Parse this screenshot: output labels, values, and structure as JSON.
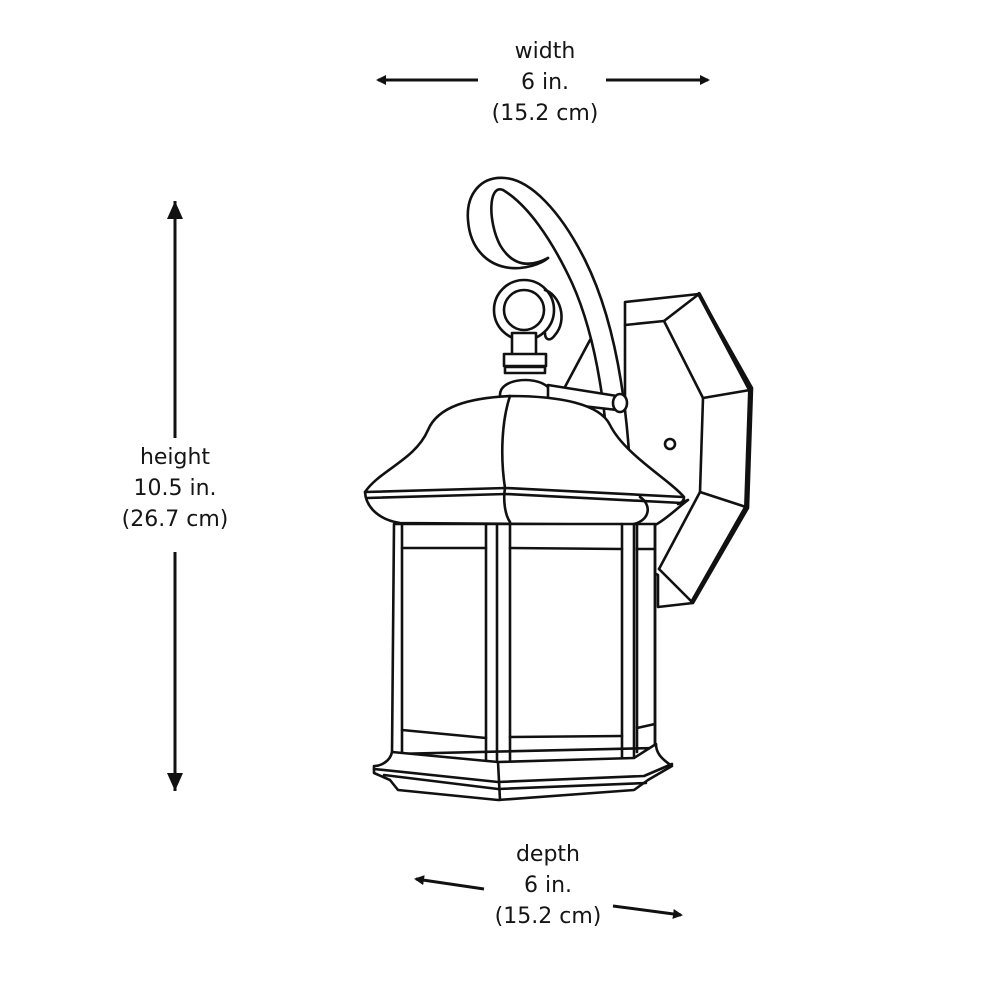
{
  "diagram": {
    "subject": "outdoor wall lantern light fixture",
    "stroke_color": "#111111",
    "background_color": "#ffffff"
  },
  "dimensions": {
    "width": {
      "name": "width",
      "imperial": "6 in.",
      "metric": "(15.2 cm)"
    },
    "height": {
      "name": "height",
      "imperial": "10.5 in.",
      "metric": "(26.7 cm)"
    },
    "depth": {
      "name": "depth",
      "imperial": "6 in.",
      "metric": "(15.2 cm)"
    }
  },
  "icons": {
    "width_arrows": "double-horizontal-arrow",
    "height_arrows": "double-vertical-arrow",
    "depth_arrows": "double-diagonal-arrow"
  }
}
